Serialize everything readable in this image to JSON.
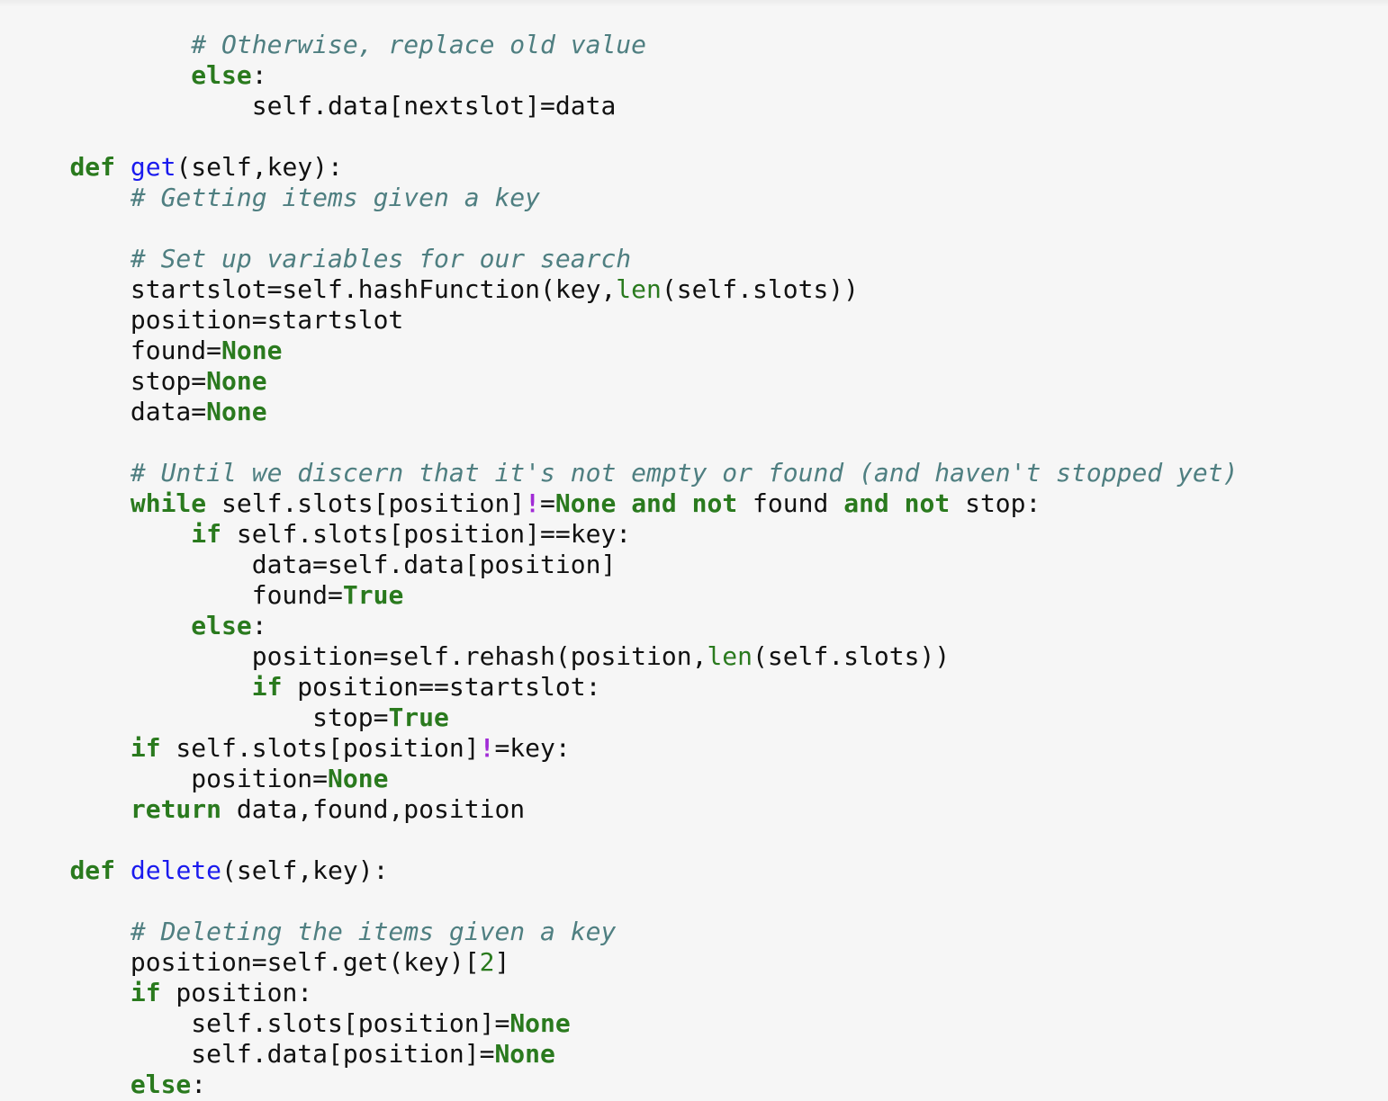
{
  "lines": [
    {
      "indent": 12,
      "tokens": [
        {
          "t": "comment",
          "v": "# Otherwise, replace old value"
        }
      ]
    },
    {
      "indent": 12,
      "tokens": [
        {
          "t": "kw",
          "v": "else"
        },
        {
          "t": "text",
          "v": ":"
        }
      ]
    },
    {
      "indent": 16,
      "tokens": [
        {
          "t": "text",
          "v": "self.data[nextslot]=data"
        }
      ]
    },
    {
      "indent": 0,
      "tokens": []
    },
    {
      "indent": 4,
      "tokens": [
        {
          "t": "kw",
          "v": "def"
        },
        {
          "t": "text",
          "v": " "
        },
        {
          "t": "fn",
          "v": "get"
        },
        {
          "t": "text",
          "v": "(self,key):"
        }
      ]
    },
    {
      "indent": 8,
      "tokens": [
        {
          "t": "comment",
          "v": "# Getting items given a key"
        }
      ]
    },
    {
      "indent": 0,
      "tokens": []
    },
    {
      "indent": 8,
      "tokens": [
        {
          "t": "comment",
          "v": "# Set up variables for our search"
        }
      ]
    },
    {
      "indent": 8,
      "tokens": [
        {
          "t": "text",
          "v": "startslot=self.hashFunction(key,"
        },
        {
          "t": "builtin",
          "v": "len"
        },
        {
          "t": "text",
          "v": "(self.slots))"
        }
      ]
    },
    {
      "indent": 8,
      "tokens": [
        {
          "t": "text",
          "v": "position=startslot"
        }
      ]
    },
    {
      "indent": 8,
      "tokens": [
        {
          "t": "text",
          "v": "found="
        },
        {
          "t": "kw",
          "v": "None"
        }
      ]
    },
    {
      "indent": 8,
      "tokens": [
        {
          "t": "text",
          "v": "stop="
        },
        {
          "t": "kw",
          "v": "None"
        }
      ]
    },
    {
      "indent": 8,
      "tokens": [
        {
          "t": "text",
          "v": "data="
        },
        {
          "t": "kw",
          "v": "None"
        }
      ]
    },
    {
      "indent": 0,
      "tokens": []
    },
    {
      "indent": 8,
      "tokens": [
        {
          "t": "comment",
          "v": "# Until we discern that it's not empty or found (and haven't stopped yet)"
        }
      ]
    },
    {
      "indent": 8,
      "tokens": [
        {
          "t": "kw",
          "v": "while"
        },
        {
          "t": "text",
          "v": " self.slots[position]"
        },
        {
          "t": "op",
          "v": "!"
        },
        {
          "t": "text",
          "v": "="
        },
        {
          "t": "kw",
          "v": "None"
        },
        {
          "t": "text",
          "v": " "
        },
        {
          "t": "kw",
          "v": "and"
        },
        {
          "t": "text",
          "v": " "
        },
        {
          "t": "kw",
          "v": "not"
        },
        {
          "t": "text",
          "v": " found "
        },
        {
          "t": "kw",
          "v": "and"
        },
        {
          "t": "text",
          "v": " "
        },
        {
          "t": "kw",
          "v": "not"
        },
        {
          "t": "text",
          "v": " stop:"
        }
      ]
    },
    {
      "indent": 12,
      "tokens": [
        {
          "t": "kw",
          "v": "if"
        },
        {
          "t": "text",
          "v": " self.slots[position]==key:"
        }
      ]
    },
    {
      "indent": 16,
      "tokens": [
        {
          "t": "text",
          "v": "data=self.data[position]"
        }
      ]
    },
    {
      "indent": 16,
      "tokens": [
        {
          "t": "text",
          "v": "found="
        },
        {
          "t": "kw",
          "v": "True"
        }
      ]
    },
    {
      "indent": 12,
      "tokens": [
        {
          "t": "kw",
          "v": "else"
        },
        {
          "t": "text",
          "v": ":"
        }
      ]
    },
    {
      "indent": 16,
      "tokens": [
        {
          "t": "text",
          "v": "position=self.rehash(position,"
        },
        {
          "t": "builtin",
          "v": "len"
        },
        {
          "t": "text",
          "v": "(self.slots))"
        }
      ]
    },
    {
      "indent": 16,
      "tokens": [
        {
          "t": "kw",
          "v": "if"
        },
        {
          "t": "text",
          "v": " position==startslot:"
        }
      ]
    },
    {
      "indent": 20,
      "tokens": [
        {
          "t": "text",
          "v": "stop="
        },
        {
          "t": "kw",
          "v": "True"
        }
      ]
    },
    {
      "indent": 8,
      "tokens": [
        {
          "t": "kw",
          "v": "if"
        },
        {
          "t": "text",
          "v": " self.slots[position]"
        },
        {
          "t": "op",
          "v": "!"
        },
        {
          "t": "text",
          "v": "=key:"
        }
      ]
    },
    {
      "indent": 12,
      "tokens": [
        {
          "t": "text",
          "v": "position="
        },
        {
          "t": "kw",
          "v": "None"
        }
      ]
    },
    {
      "indent": 8,
      "tokens": [
        {
          "t": "kw",
          "v": "return"
        },
        {
          "t": "text",
          "v": " data,found,position"
        }
      ]
    },
    {
      "indent": 0,
      "tokens": []
    },
    {
      "indent": 4,
      "tokens": [
        {
          "t": "kw",
          "v": "def"
        },
        {
          "t": "text",
          "v": " "
        },
        {
          "t": "fn",
          "v": "delete"
        },
        {
          "t": "text",
          "v": "(self,key):"
        }
      ]
    },
    {
      "indent": 0,
      "tokens": []
    },
    {
      "indent": 8,
      "tokens": [
        {
          "t": "comment",
          "v": "# Deleting the items given a key"
        }
      ]
    },
    {
      "indent": 8,
      "tokens": [
        {
          "t": "text",
          "v": "position=self.get(key)["
        },
        {
          "t": "num",
          "v": "2"
        },
        {
          "t": "text",
          "v": "]"
        }
      ]
    },
    {
      "indent": 8,
      "tokens": [
        {
          "t": "kw",
          "v": "if"
        },
        {
          "t": "text",
          "v": " position:"
        }
      ]
    },
    {
      "indent": 12,
      "tokens": [
        {
          "t": "text",
          "v": "self.slots[position]="
        },
        {
          "t": "kw",
          "v": "None"
        }
      ]
    },
    {
      "indent": 12,
      "tokens": [
        {
          "t": "text",
          "v": "self.data[position]="
        },
        {
          "t": "kw",
          "v": "None"
        }
      ]
    },
    {
      "indent": 8,
      "tokens": [
        {
          "t": "kw",
          "v": "else"
        },
        {
          "t": "text",
          "v": ":"
        }
      ]
    }
  ]
}
